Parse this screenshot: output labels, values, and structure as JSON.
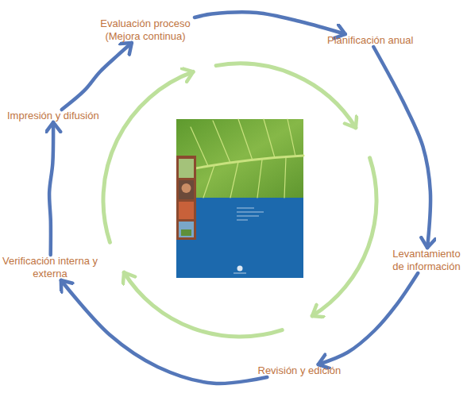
{
  "diagram": {
    "nodes": [
      {
        "text": [
          "Evaluación proceso (Mejora continua)"
        ]
      },
      {
        "text": [
          "Planificación anual"
        ]
      },
      {
        "text": [
          "Levantamiento de información"
        ]
      },
      {
        "text": [
          "Revisión y edición"
        ]
      },
      {
        "text": [
          "Verificación interna y externa"
        ]
      },
      {
        "text": [
          "Impresión y difusión"
        ]
      }
    ],
    "edges": [
      {
        "from": 0,
        "to": 1,
        "arrow": "to"
      },
      {
        "from": 1,
        "to": 2,
        "arrow": "to"
      },
      {
        "from": 2,
        "to": 3,
        "arrow": "to"
      },
      {
        "from": 3,
        "to": 4,
        "arrow": "to"
      },
      {
        "from": 4,
        "to": 5,
        "arrow": "to"
      },
      {
        "from": 5,
        "to": 0,
        "arrow": "to"
      }
    ]
  }
}
